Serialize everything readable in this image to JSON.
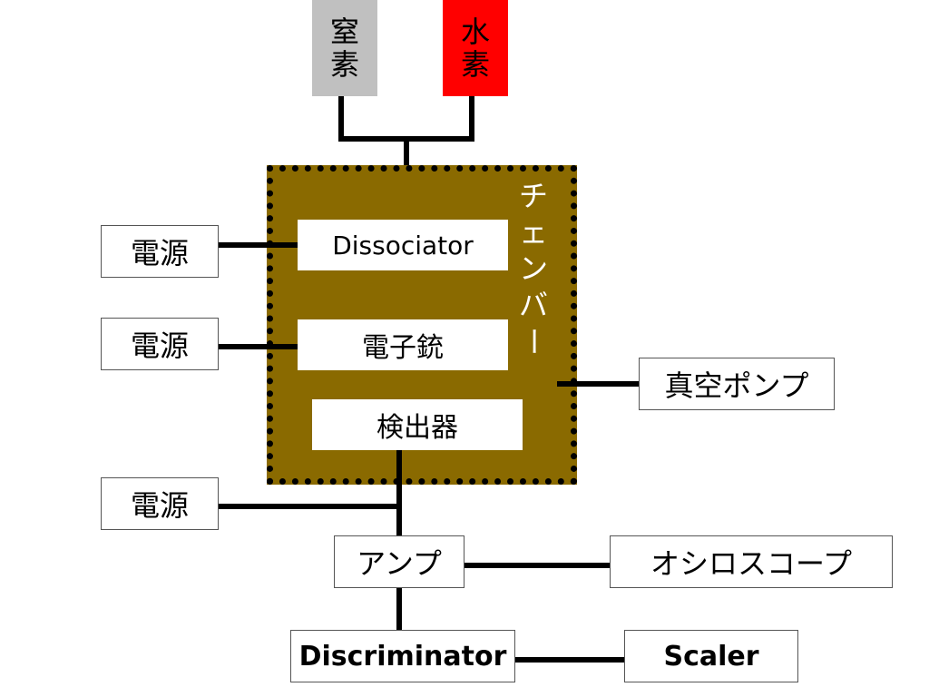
{
  "gases": {
    "nitrogen": {
      "line1": "窒",
      "line2": "素",
      "color": "#c0c0c0"
    },
    "hydrogen": {
      "line1": "水",
      "line2": "素",
      "color": "#ff0000"
    }
  },
  "chamber": {
    "label_chars": [
      "チ",
      "ェ",
      "ン",
      "バ",
      "ー"
    ],
    "color": "#8a6a00"
  },
  "chamber_components": {
    "dissociator": "Dissociator",
    "electron_gun": "電子銃",
    "detector": "検出器"
  },
  "power_supplies": {
    "ps1": "電源",
    "ps2": "電源",
    "ps3": "電源"
  },
  "vacuum_pump": "真空ポンプ",
  "amplifier": "アンプ",
  "oscilloscope": "オシロスコープ",
  "discriminator": "Discriminator",
  "scaler": "Scaler"
}
